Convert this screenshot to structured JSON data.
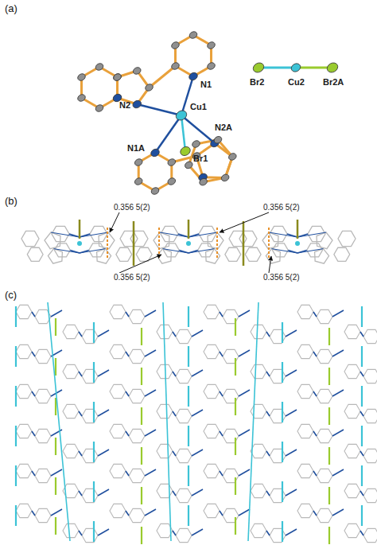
{
  "diagram": {
    "labels": [
      "(a)",
      "N1",
      "N2",
      "Cu1",
      "N2A",
      "N1A",
      "Br1",
      "Br2",
      "Cu2",
      "Br2A",
      "(b)",
      "0.356 5(2)",
      "0.356 5(2)",
      "0.356 5(2)",
      "0.356 5(2)",
      "(c)"
    ]
  }
}
